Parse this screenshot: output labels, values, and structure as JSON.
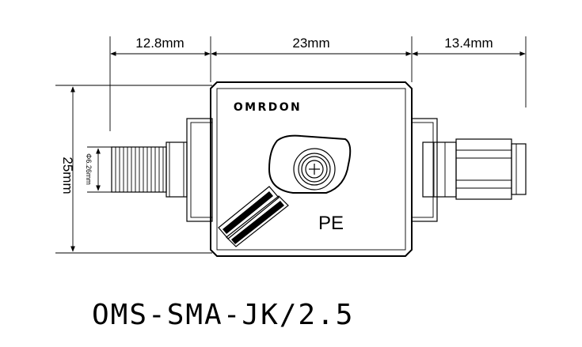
{
  "dimensions": {
    "left_length": "12.8mm",
    "body_length": "23mm",
    "right_length": "13.4mm",
    "height": "25mm",
    "connector_diameter": "Φ6.26mm"
  },
  "body": {
    "brand": "OMRDON",
    "ground_label": "PE"
  },
  "model": "OMS-SMA-JK/2.5",
  "colors": {
    "line": "#000000",
    "background": "#ffffff"
  },
  "icons": {
    "ground_terminal": "screw-terminal-icon"
  }
}
